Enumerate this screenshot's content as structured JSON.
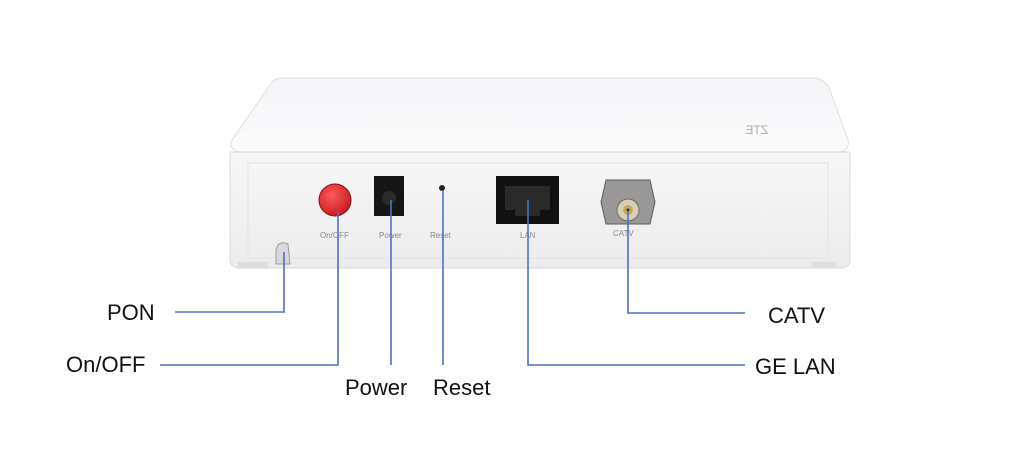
{
  "device": {
    "brand_logo": "ZTE",
    "port_labels": {
      "on_off": "On/OFF",
      "power": "Power",
      "reset": "Reset",
      "lan": "LAN",
      "catv": "CATV"
    }
  },
  "callouts": {
    "pon": "PON",
    "on_off": "On/OFF",
    "power": "Power",
    "reset": "Reset",
    "ge_lan": "GE LAN",
    "catv": "CATV"
  },
  "colors": {
    "leader_line": "#4a72c4",
    "button_red": "#d8252a"
  }
}
